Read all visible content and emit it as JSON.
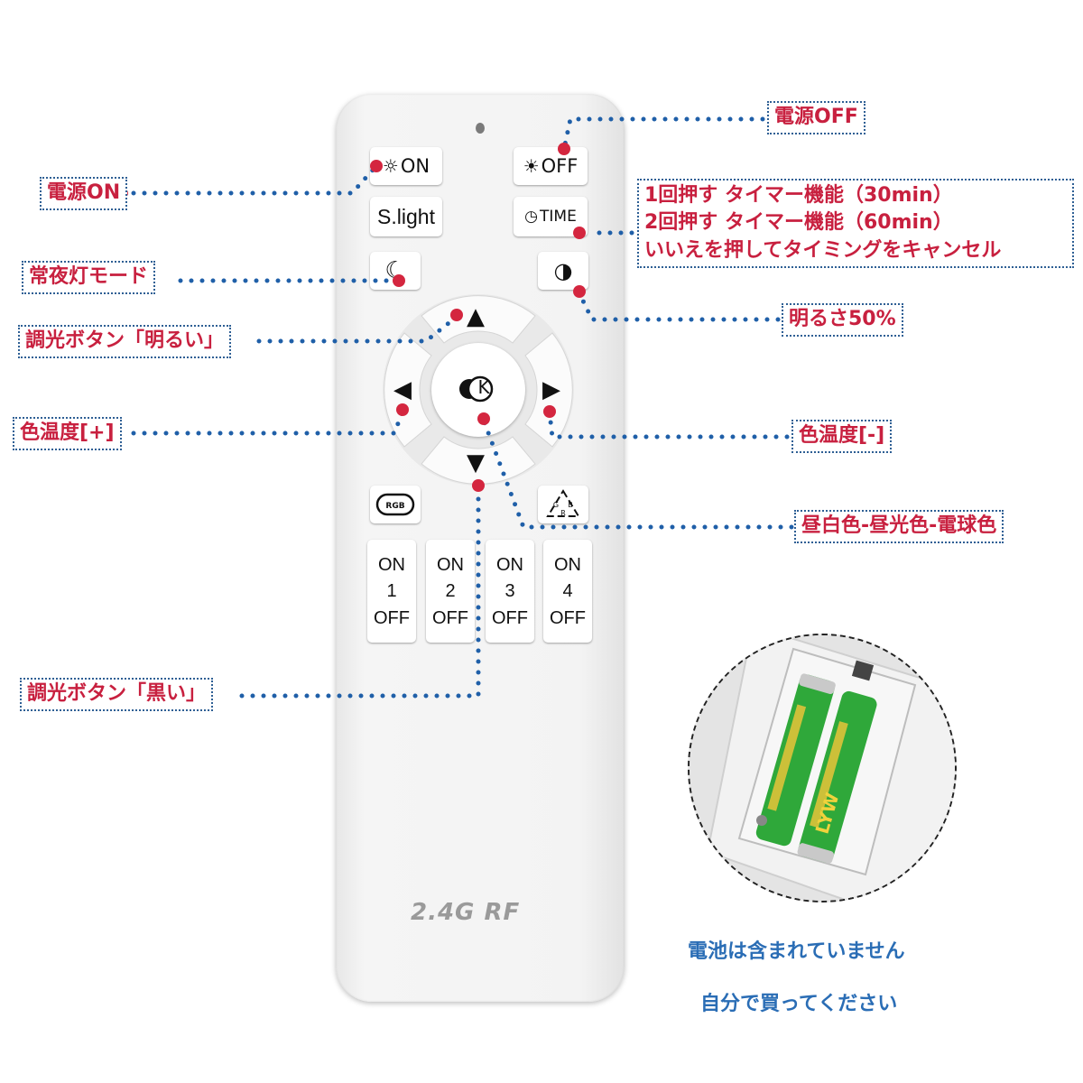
{
  "remote": {
    "buttons": {
      "on": {
        "symbol": "☼",
        "label": "ON"
      },
      "off": {
        "symbol": "☀",
        "label": "OFF"
      },
      "slight": {
        "label": "S.light"
      },
      "time": {
        "symbol": "◷",
        "label": "TIME"
      },
      "night": {
        "symbol": "☾"
      },
      "brightness": {
        "symbol": "◑"
      },
      "up": {
        "symbol": "▲"
      },
      "down": {
        "symbol": "▼"
      },
      "left": {
        "symbol": "◀"
      },
      "right": {
        "symbol": "▶"
      },
      "k": {
        "label": "K"
      },
      "rgb": {
        "label": "RGB"
      },
      "cycle": {
        "letters": [
          "G",
          "B",
          "R"
        ]
      }
    },
    "zones": [
      {
        "on": "ON",
        "num": "1",
        "off": "OFF"
      },
      {
        "on": "ON",
        "num": "2",
        "off": "OFF"
      },
      {
        "on": "ON",
        "num": "3",
        "off": "OFF"
      },
      {
        "on": "ON",
        "num": "4",
        "off": "OFF"
      }
    ],
    "brand": "2.4G RF"
  },
  "callouts": {
    "power_on": "電源ON",
    "power_off": "電源OFF",
    "timer": [
      "1回押す タイマー機能（30min）",
      "2回押す タイマー機能（60min）",
      "いいえを押してタイミングをキャンセル"
    ],
    "night_mode": "常夜灯モード",
    "brightness50": "明るさ50%",
    "dim_up": "調光ボタン「明るい」",
    "color_temp_plus": "色温度[+]",
    "color_temp_minus": "色温度[-]",
    "color_cycle": "昼白色-昼光色-電球色",
    "dim_down": "調光ボタン「黒い」"
  },
  "battery": {
    "label": "LYW",
    "note_line1": "電池は含まれていません",
    "note_line2": "自分で買ってください"
  },
  "colors": {
    "callout_text": "#c8203f",
    "callout_border": "#2e5f94",
    "dotted_line": "#1f5fa8",
    "marker_dot": "#d4263f",
    "note_text": "#2a6db5",
    "battery_green": "#2fa83a"
  }
}
